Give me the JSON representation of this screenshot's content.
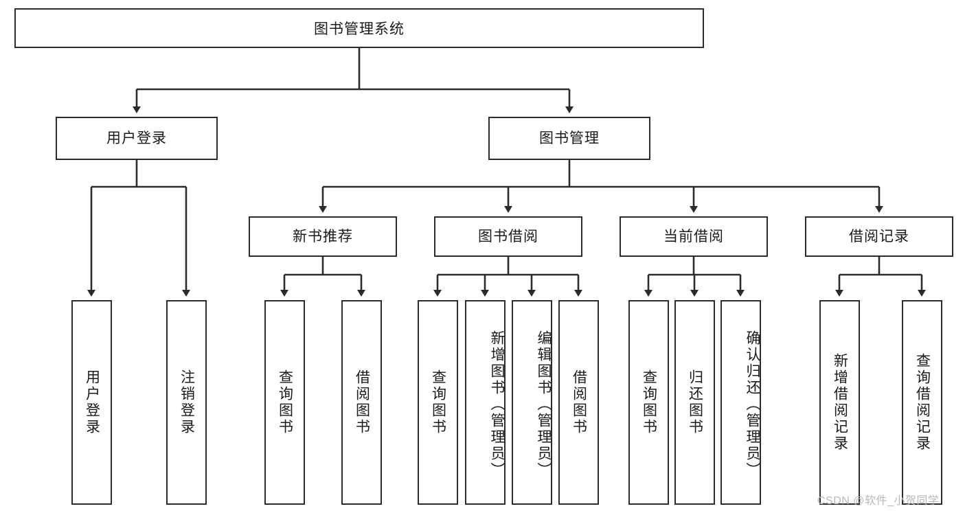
{
  "diagram": {
    "type": "tree-hierarchy",
    "title": "图书管理系统",
    "root": {
      "label": "图书管理系统"
    },
    "level2": [
      {
        "label": "用户登录"
      },
      {
        "label": "图书管理"
      }
    ],
    "level3": [
      {
        "label": "新书推荐",
        "parent": "图书管理"
      },
      {
        "label": "图书借阅",
        "parent": "图书管理"
      },
      {
        "label": "当前借阅",
        "parent": "图书管理"
      },
      {
        "label": "借阅记录",
        "parent": "图书管理"
      }
    ],
    "leaves": {
      "user_login": [
        {
          "label": "用户登录"
        },
        {
          "label": "注销登录"
        }
      ],
      "new_book_recommend": [
        {
          "label": "查询图书"
        },
        {
          "label": "借阅图书"
        }
      ],
      "book_borrow": [
        {
          "label": "查询图书"
        },
        {
          "label": "新增图书（管理员）"
        },
        {
          "label": "编辑图书（管理员）"
        },
        {
          "label": "借阅图书"
        }
      ],
      "current_borrow": [
        {
          "label": "查询图书"
        },
        {
          "label": "归还图书"
        },
        {
          "label": "确认归还（管理员）"
        }
      ],
      "borrow_record": [
        {
          "label": "新增借阅记录"
        },
        {
          "label": "查询借阅记录"
        }
      ]
    }
  },
  "watermark": {
    "text": "CSDN @软件_小贺同学"
  },
  "colors": {
    "border": "#2b2b2b",
    "text": "#1a1a1a",
    "background": "#ffffff",
    "watermark": "#b9b9b9"
  }
}
